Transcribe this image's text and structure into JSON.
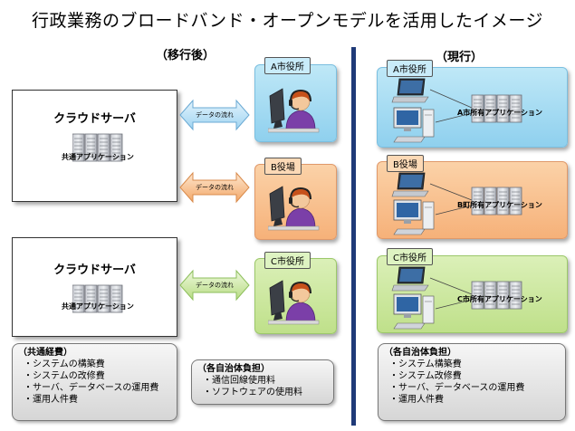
{
  "title": "行政業務のブロードバンド・オープンモデルを活用したイメージ",
  "after_label": "（移行後）",
  "current_label": "（現行）",
  "cloud": {
    "title": "クラウドサーバ",
    "app": "共通アプリケーション"
  },
  "arrow_label": "データの流れ",
  "municipalities": {
    "a": "A市役所",
    "b": "B役場",
    "c": "C市役所"
  },
  "current_apps": {
    "a": "A市所有アプリケーション",
    "b": "B町所有アプリケーション",
    "c": "C市所有アプリケーション"
  },
  "cost_common": {
    "header": "（共通経費）",
    "items": [
      "・システムの構築費",
      "・システムの改修費",
      "・サーバ、データベースの運用費",
      "・運用人件費"
    ]
  },
  "cost_after_local": {
    "header": "（各自治体負担）",
    "items": [
      "・通信回線使用料",
      "・ソフトウェアの使用料"
    ]
  },
  "cost_current_local": {
    "header": "（各自治体負担）",
    "items": [
      "・システム構築費",
      "・システム改修費",
      "・サーバ、データベースの運用費",
      "・運用人件費"
    ]
  },
  "colors": {
    "divider": "#1f3a78",
    "blue": "#8fd0ee",
    "orange": "#f6b179",
    "green": "#bfe08a"
  }
}
